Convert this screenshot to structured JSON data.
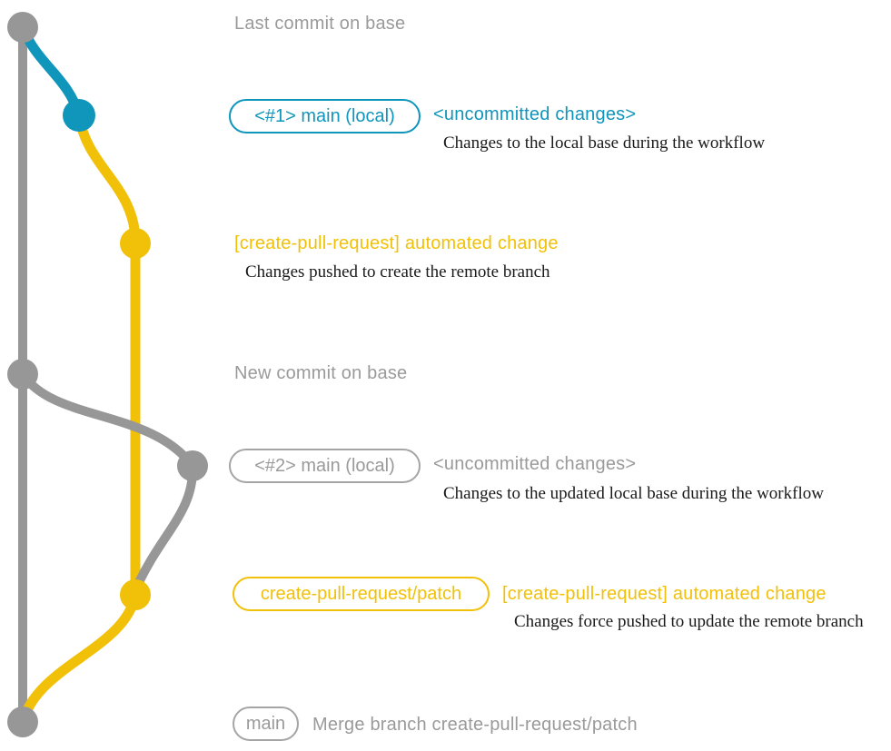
{
  "palette": {
    "gray": "#979797",
    "teal": "#1095BB",
    "yellow": "#F1C109",
    "description_text": "#1A1A1A",
    "background": "#FFFFFF"
  },
  "annotations": {
    "last_commit": "Last commit on base",
    "branch1_pill": "<#1> main (local)",
    "branch1_status": "<uncommitted changes>",
    "branch1_desc": "Changes to the local base during the workflow",
    "commit1_label": "[create-pull-request] automated change",
    "commit1_desc": "Changes pushed to create the remote branch",
    "new_commit": "New commit on base",
    "branch2_pill": "<#2> main (local)",
    "branch2_status": "<uncommitted changes>",
    "branch2_desc": "Changes to the updated local base during the workflow",
    "patch_pill": "create-pull-request/patch",
    "commit2_label": "[create-pull-request] automated change",
    "commit2_desc": "Changes force pushed to update the remote branch",
    "main_pill": "main",
    "merge_label": "Merge branch create-pull-request/patch"
  }
}
